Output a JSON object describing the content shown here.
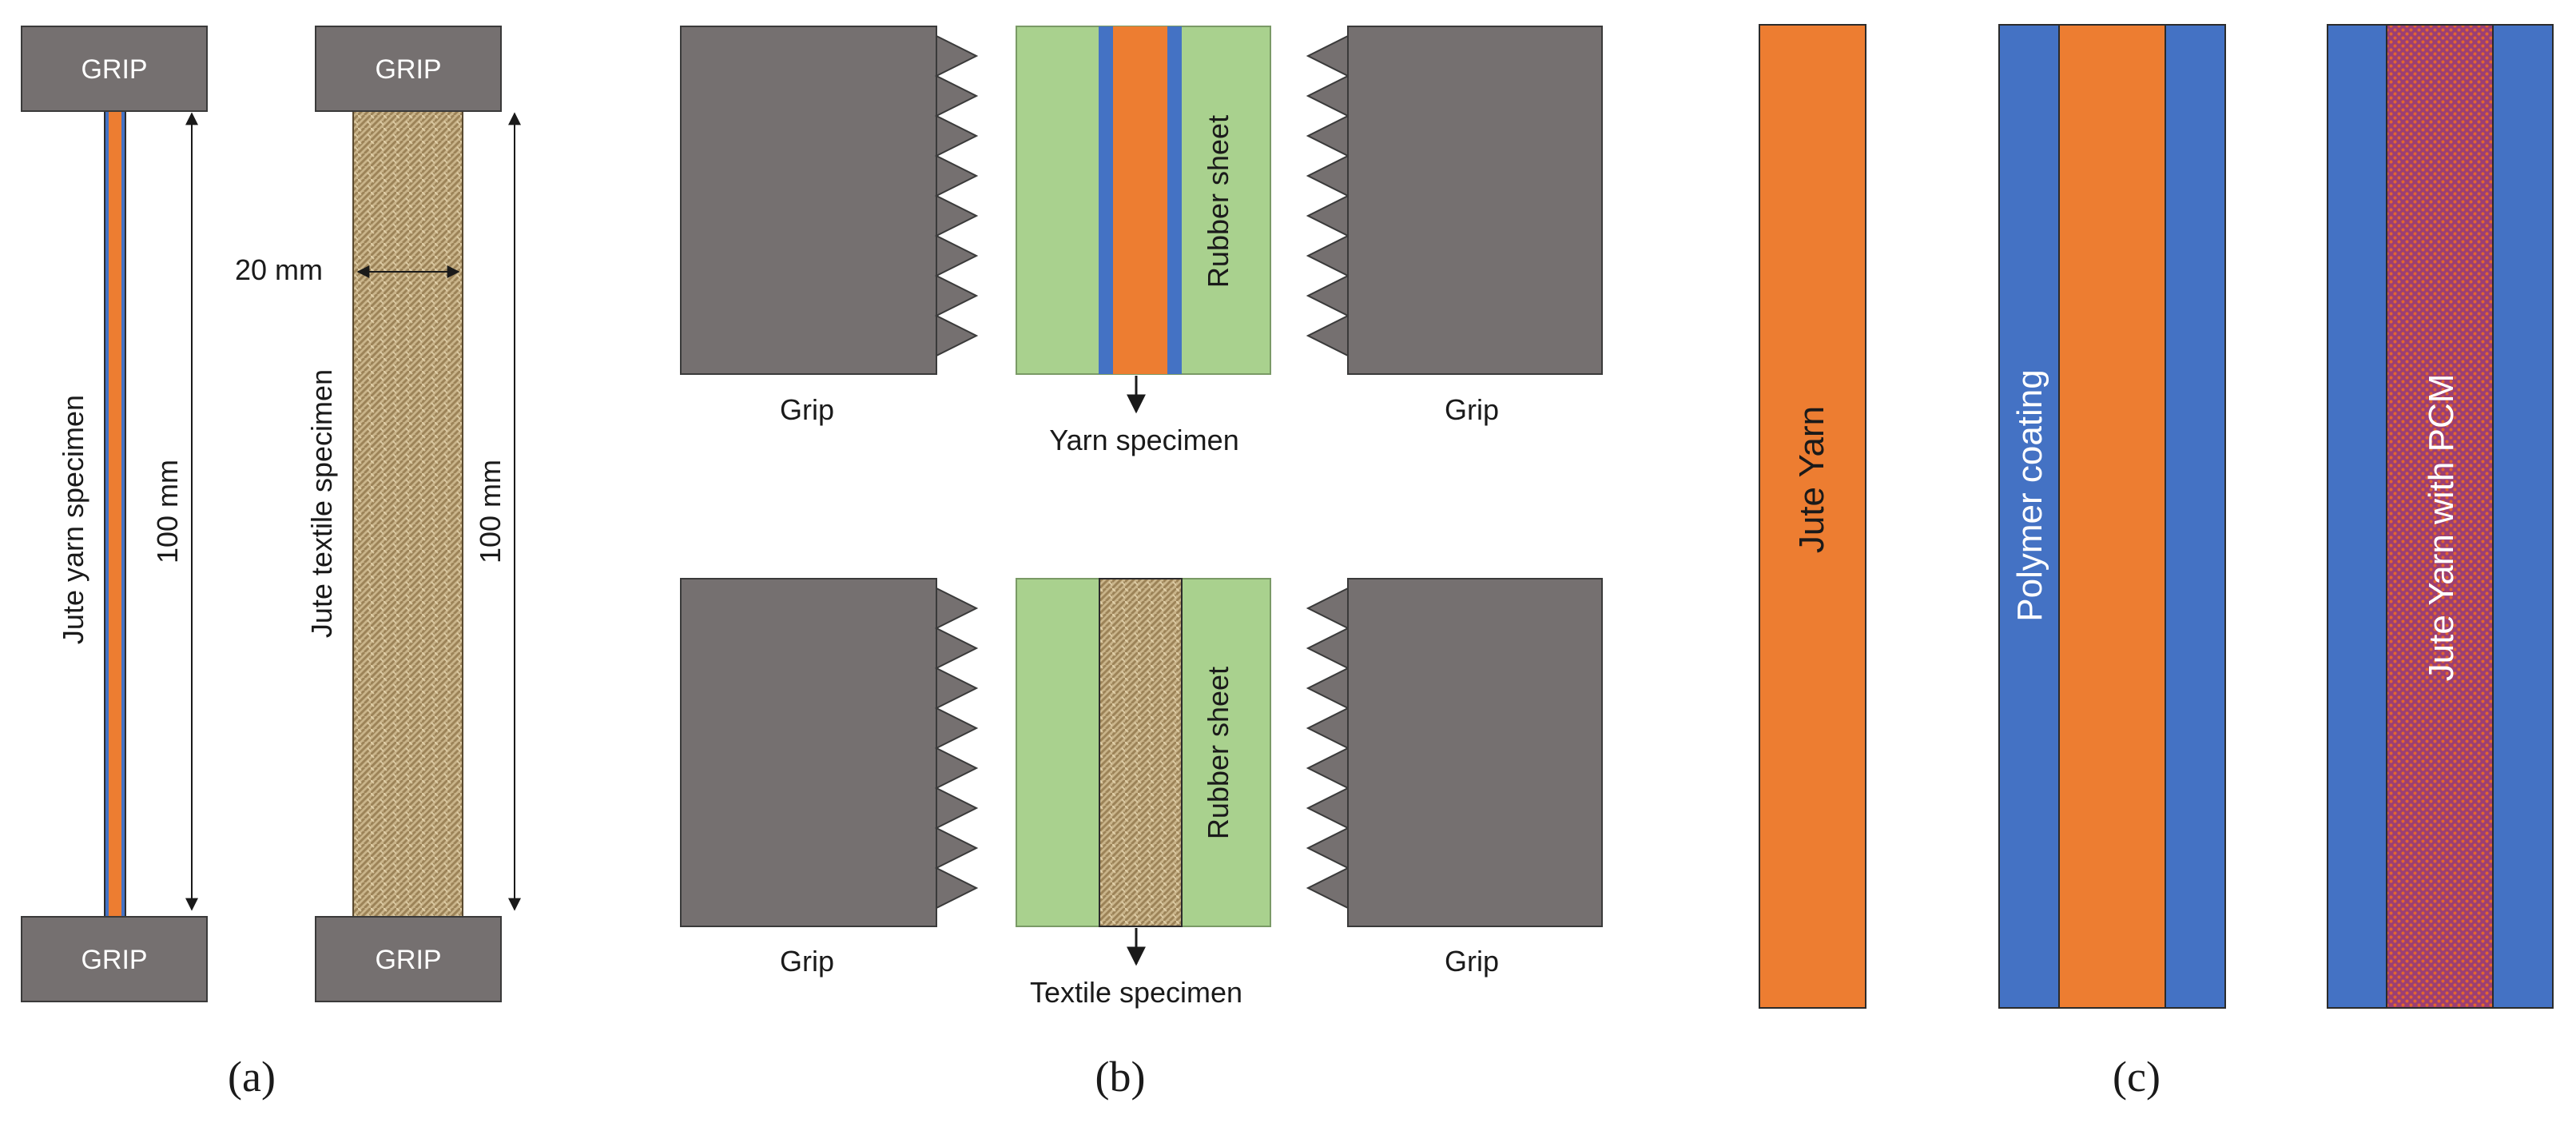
{
  "colors": {
    "grip": "#757070",
    "grip_stroke": "#3a3a3a",
    "yarn": "#ED7D31",
    "coating": "#4472C4",
    "rubber": "#A9D18E",
    "jute_light": "#C9B48A",
    "jute_dark": "#8E7346",
    "pcm_base": "#9B3E74",
    "pcm_dot": "#E2662F",
    "text": "#1a1a1a",
    "white": "#ffffff"
  },
  "panel_a": {
    "grip_label": "GRIP",
    "yarn_specimen_label": "Jute yarn specimen",
    "textile_specimen_label": "Jute textile specimen",
    "length_label": "100 mm",
    "width_label": "20 mm",
    "caption": "(a)"
  },
  "panel_b": {
    "grip_label": "Grip",
    "rubber_label": "Rubber sheet",
    "yarn_specimen_label": "Yarn specimen",
    "textile_specimen_label": "Textile specimen",
    "caption": "(b)"
  },
  "panel_c": {
    "jute_yarn_label": "Jute Yarn",
    "polymer_coating_label": "Polymer coating",
    "pcm_label": "Jute Yarn with PCM",
    "caption": "(c)"
  }
}
